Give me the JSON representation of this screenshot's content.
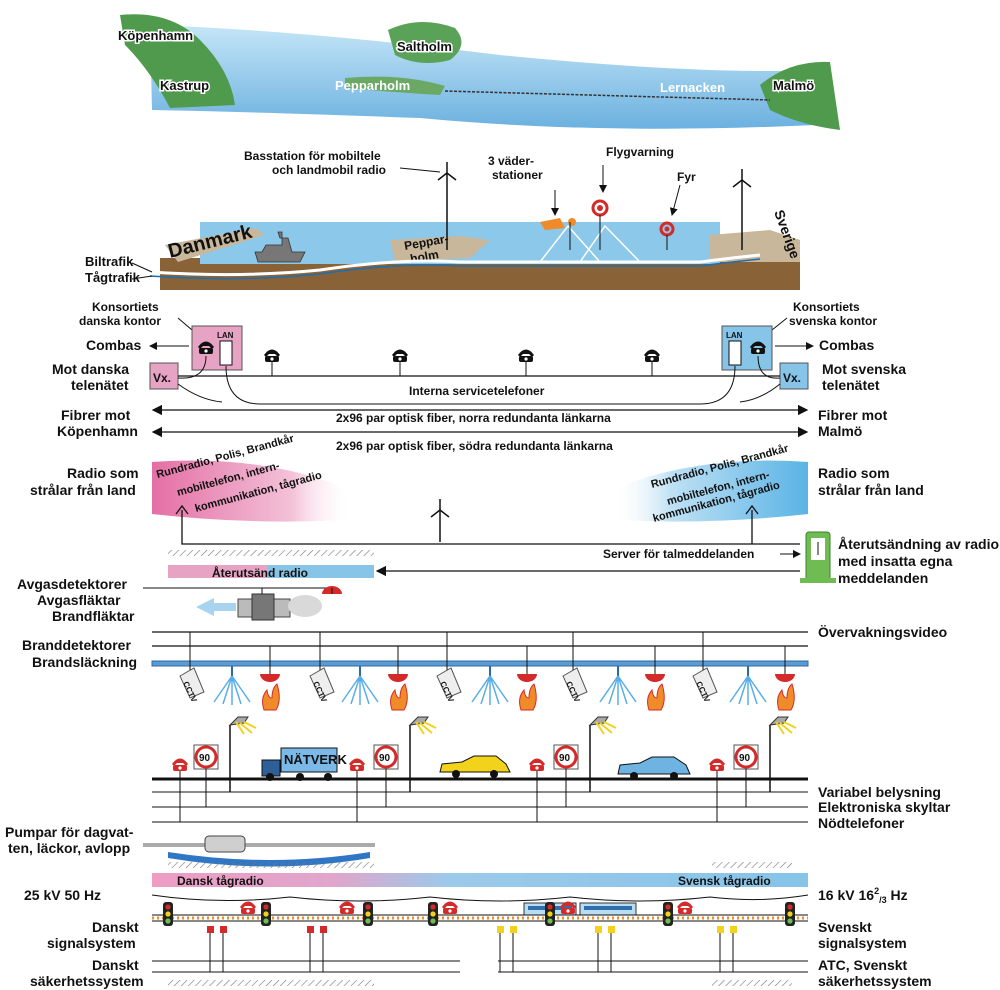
{
  "map": {
    "kopenhamn": "Köpenhamn",
    "kastrup": "Kastrup",
    "saltholm": "Saltholm",
    "pepparholm": "Pepparholm",
    "lernacken": "Lernacken",
    "malmo": "Malmö"
  },
  "bridge": {
    "basstation": [
      "Basstation för mobiltele",
      "och landmobil radio"
    ],
    "vaderstationer": [
      "3 väder-",
      "stationer"
    ],
    "flygvarning": "Flygvarning",
    "fyr": "Fyr",
    "danmark": "Danmark",
    "pepparholm": [
      "Peppar-",
      "holm"
    ],
    "sverige": "Sverige",
    "biltrafik": "Biltrafik",
    "tagtrafik": "Tågtrafik"
  },
  "telecom": {
    "konsortiets_dk": [
      "Konsortiets",
      "danska kontor"
    ],
    "konsortiets_se": [
      "Konsortiets",
      "svenska kontor"
    ],
    "combas": "Combas",
    "lan": "LAN",
    "vx": "Vx.",
    "mot_danska": [
      "Mot danska",
      "telenätet"
    ],
    "mot_svenska": [
      "Mot svenska",
      "telenätet"
    ],
    "interna": "Interna servicetelefoner",
    "fibrer_dk": [
      "Fibrer mot",
      "Köpenhamn"
    ],
    "fibrer_se": [
      "Fibrer mot",
      "Malmö"
    ],
    "fiber_norra": "2x96 par optisk fiber, norra redundanta länkarna",
    "fiber_sodra": "2x96 par optisk fiber, södra redundanta länkarna"
  },
  "radio": {
    "radio_land": [
      "Radio som",
      "strålar från land"
    ],
    "services": [
      "Rundradio, Polis, Brandkår",
      "mobiltelefon, intern-",
      "kommunikation, tågradio"
    ],
    "server": "Server för talmeddelanden",
    "aterutsandning": [
      "Återutsändning av radio,",
      "med insatta egna",
      "meddelanden"
    ],
    "aterutsand_radio": "Återutsänd radio"
  },
  "tunnel": {
    "avgas": [
      "Avgasdetektorer",
      "Avgasfläktar",
      "Brandfläktar"
    ],
    "brand": [
      "Branddetektorer",
      "Brandsläckning"
    ],
    "overvakning": "Övervakningsvideo",
    "cctv": "CCTV",
    "speed": "90",
    "natverk": "NÄTVERK",
    "variabel": "Variabel belysning",
    "skyltar": "Elektroniska skyltar",
    "nodtelefoner": "Nödtelefoner",
    "pumpar": [
      "Pumpar för dagvat-",
      "ten, läckor, avlopp"
    ]
  },
  "rail": {
    "dansk_tagradio": "Dansk tågradio",
    "svensk_tagradio": "Svensk tågradio",
    "kv25": "25 kV 50 Hz",
    "kv16_main": "16 kV 16",
    "kv16_sup": "2",
    "kv16_sub": "3",
    "kv16_hz": " Hz",
    "danskt_signal": [
      "Danskt",
      "signalsystem"
    ],
    "svenskt_signal": [
      "Svenskt",
      "signalsystem"
    ],
    "danskt_sak": [
      "Danskt",
      "säkerhetssystem"
    ],
    "atc": [
      "ATC, Svenskt",
      "säkerhetssystem"
    ]
  },
  "colors": {
    "danish_pink": "#e6a3c4",
    "swedish_blue": "#86c4e8",
    "water": "#8cc8ea",
    "land_green": "#4f9a4c",
    "earth_brown": "#8a6238",
    "signal_red": "#d42a2a",
    "signal_yellow": "#f2d21b",
    "server_green": "#6fbd52"
  }
}
